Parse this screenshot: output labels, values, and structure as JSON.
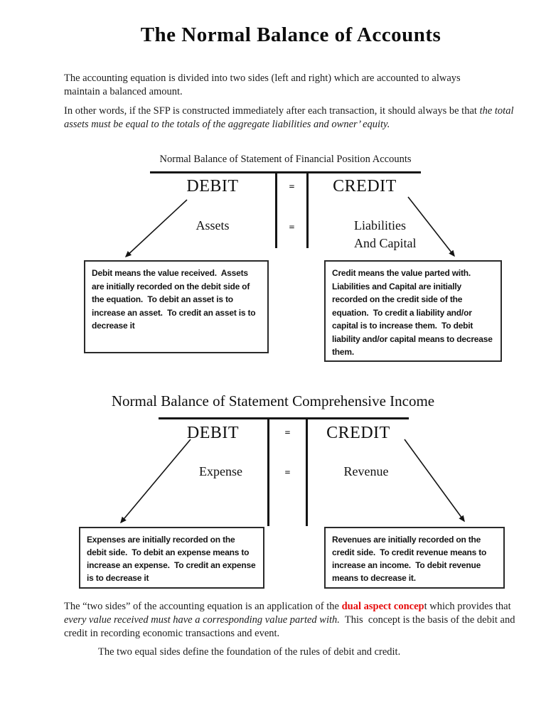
{
  "page": {
    "title": "The Normal Balance of Accounts",
    "paragraph1": "The accounting equation is divided into two sides (left and right) which are accounted to always maintain a balanced amount.",
    "paragraph2_normal": "In other words, if the SFP is constructed immediately after each transaction, it should always be that ",
    "paragraph2_italic": "the total assets must be equal to the totals of the aggregate liabilities and owner’ equity."
  },
  "diagram1": {
    "caption": "Normal Balance of Statement of Financial Position Accounts",
    "left_header": "DEBIT",
    "equals_top": "=",
    "right_header": "CREDIT",
    "left_item": "Assets",
    "equals_mid": "=",
    "right_item_line1": "Liabilities",
    "right_item_line2": "And Capital",
    "left_note": "Debit means the value received.  Assets are initially recorded on the debit side of the equation.  To debit an asset is to increase an asset.  To credit an asset is to decrease it",
    "right_note": "Credit means the value parted with.  Liabilities and Capital are initially recorded on the credit side of the equation.  To credit a liability and/or capital is to increase them.  To debit liability and/or capital means to decrease them."
  },
  "diagram2": {
    "caption": "Normal Balance of Statement Comprehensive Income",
    "left_header": "DEBIT",
    "equals_top": "=",
    "right_header": "CREDIT",
    "left_item": "Expense",
    "equals_mid": "=",
    "right_item": "Revenue",
    "left_note": "Expenses are initially recorded on the debit side.  To debit an expense means to increase an expense.  To credit an expense is to decrease it",
    "right_note": "Revenues are initially recorded on the credit side.  To credit revenue means to increase an income.  To debit revenue means to decrease it."
  },
  "footer": {
    "p3_seg1": "The “two sides” of the accounting equation is an application of the ",
    "p3_red": "dual aspect concep",
    "p3_seg2": "t which provides that ",
    "p3_italic": "every value received must have a corresponding value parted with.",
    "p3_seg3": "  This  concept is the basis of the debit and credit in recording economic transactions and event.",
    "closing": "The two equal sides define the foundation of the rules of debit and credit."
  },
  "colors": {
    "accent_red": "#e60b0b",
    "ink": "#141414"
  }
}
